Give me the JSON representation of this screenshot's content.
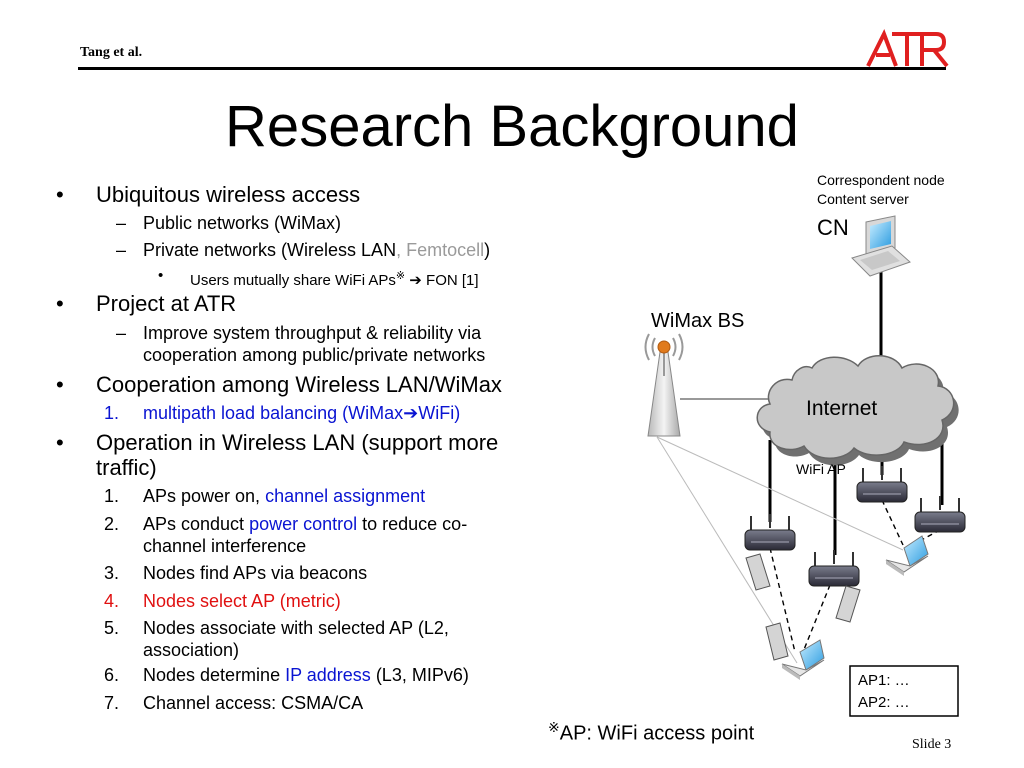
{
  "header": {
    "author": "Tang et al.",
    "logo_text": "ATR"
  },
  "title": "Research Background",
  "bullets": {
    "b1": "Ubiquitous wireless access",
    "b1_1": "Public networks (WiMax)",
    "b1_2_pre": "Private networks (Wireless LAN",
    "b1_2_femto": ", Femtocell",
    "b1_2_post": ")",
    "b1_2_1_pre": "Users mutually share WiFi APs",
    "b1_2_1_mark": "※",
    "b1_2_1_post": " FON [1]",
    "b2": "Project at ATR",
    "b2_1a": "Improve system throughput & reliability via",
    "b2_1b": "cooperation among public/private networks",
    "b3": "Cooperation among Wireless LAN/WiMax",
    "b3_1_num": "1.",
    "b3_1_pre": "multipath load balancing (WiMax",
    "b3_1_post": "WiFi)",
    "b4a": "Operation in Wireless LAN (support more",
    "b4b": "traffic)",
    "steps": {
      "n1": "1.",
      "s1_pre": "APs power on, ",
      "s1_hl": "channel assignment",
      "n2": "2.",
      "s2_pre": "APs conduct ",
      "s2_hl": "power control",
      "s2_post": " to reduce co-",
      "s2_line2": "channel interference",
      "n3": "3.",
      "s3": "Nodes find APs via beacons",
      "n4": "4.",
      "s4": "Nodes select AP (metric)",
      "n5": "5.",
      "s5a": "Nodes associate with selected AP (L2,",
      "s5b": "association)",
      "n6": "6.",
      "s6_pre": "Nodes determine ",
      "s6_hl": "IP address",
      "s6_post": " (L3, MIPv6)",
      "n7": "7.",
      "s7": "Channel access: CSMA/CA"
    }
  },
  "diagram": {
    "correspondent_node": "Correspondent node",
    "content_server": "Content server",
    "cn": "CN",
    "wimax_bs": "WiMax BS",
    "internet": "Internet",
    "wifi_ap": "WiFi AP",
    "table_ap1": "AP1: …",
    "table_ap2": "AP2: …"
  },
  "footnote": {
    "mark": "※",
    "text": "AP: WiFi access point"
  },
  "slide_number": "Slide 3",
  "colors": {
    "highlight_blue": "#0a14d2",
    "highlight_red": "#e01010",
    "femtocell_gray": "#9a9a9a",
    "logo_red": "#e02020"
  }
}
